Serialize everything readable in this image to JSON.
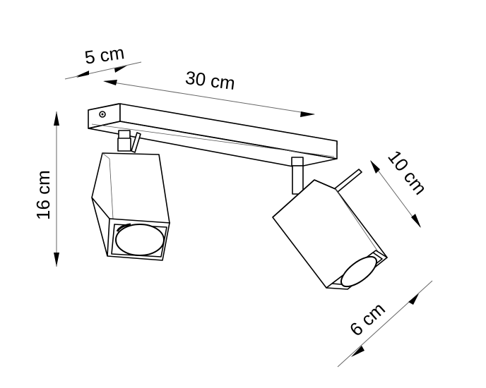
{
  "diagram": {
    "subject": "ceiling spotlight, two adjustable square heads on rectangular base",
    "line_color": "#000000",
    "background": "#ffffff"
  },
  "dimensions": {
    "depth": "5 cm",
    "length": "30 cm",
    "height": "16 cm",
    "head_length": "10 cm",
    "head_width": "6 cm"
  }
}
